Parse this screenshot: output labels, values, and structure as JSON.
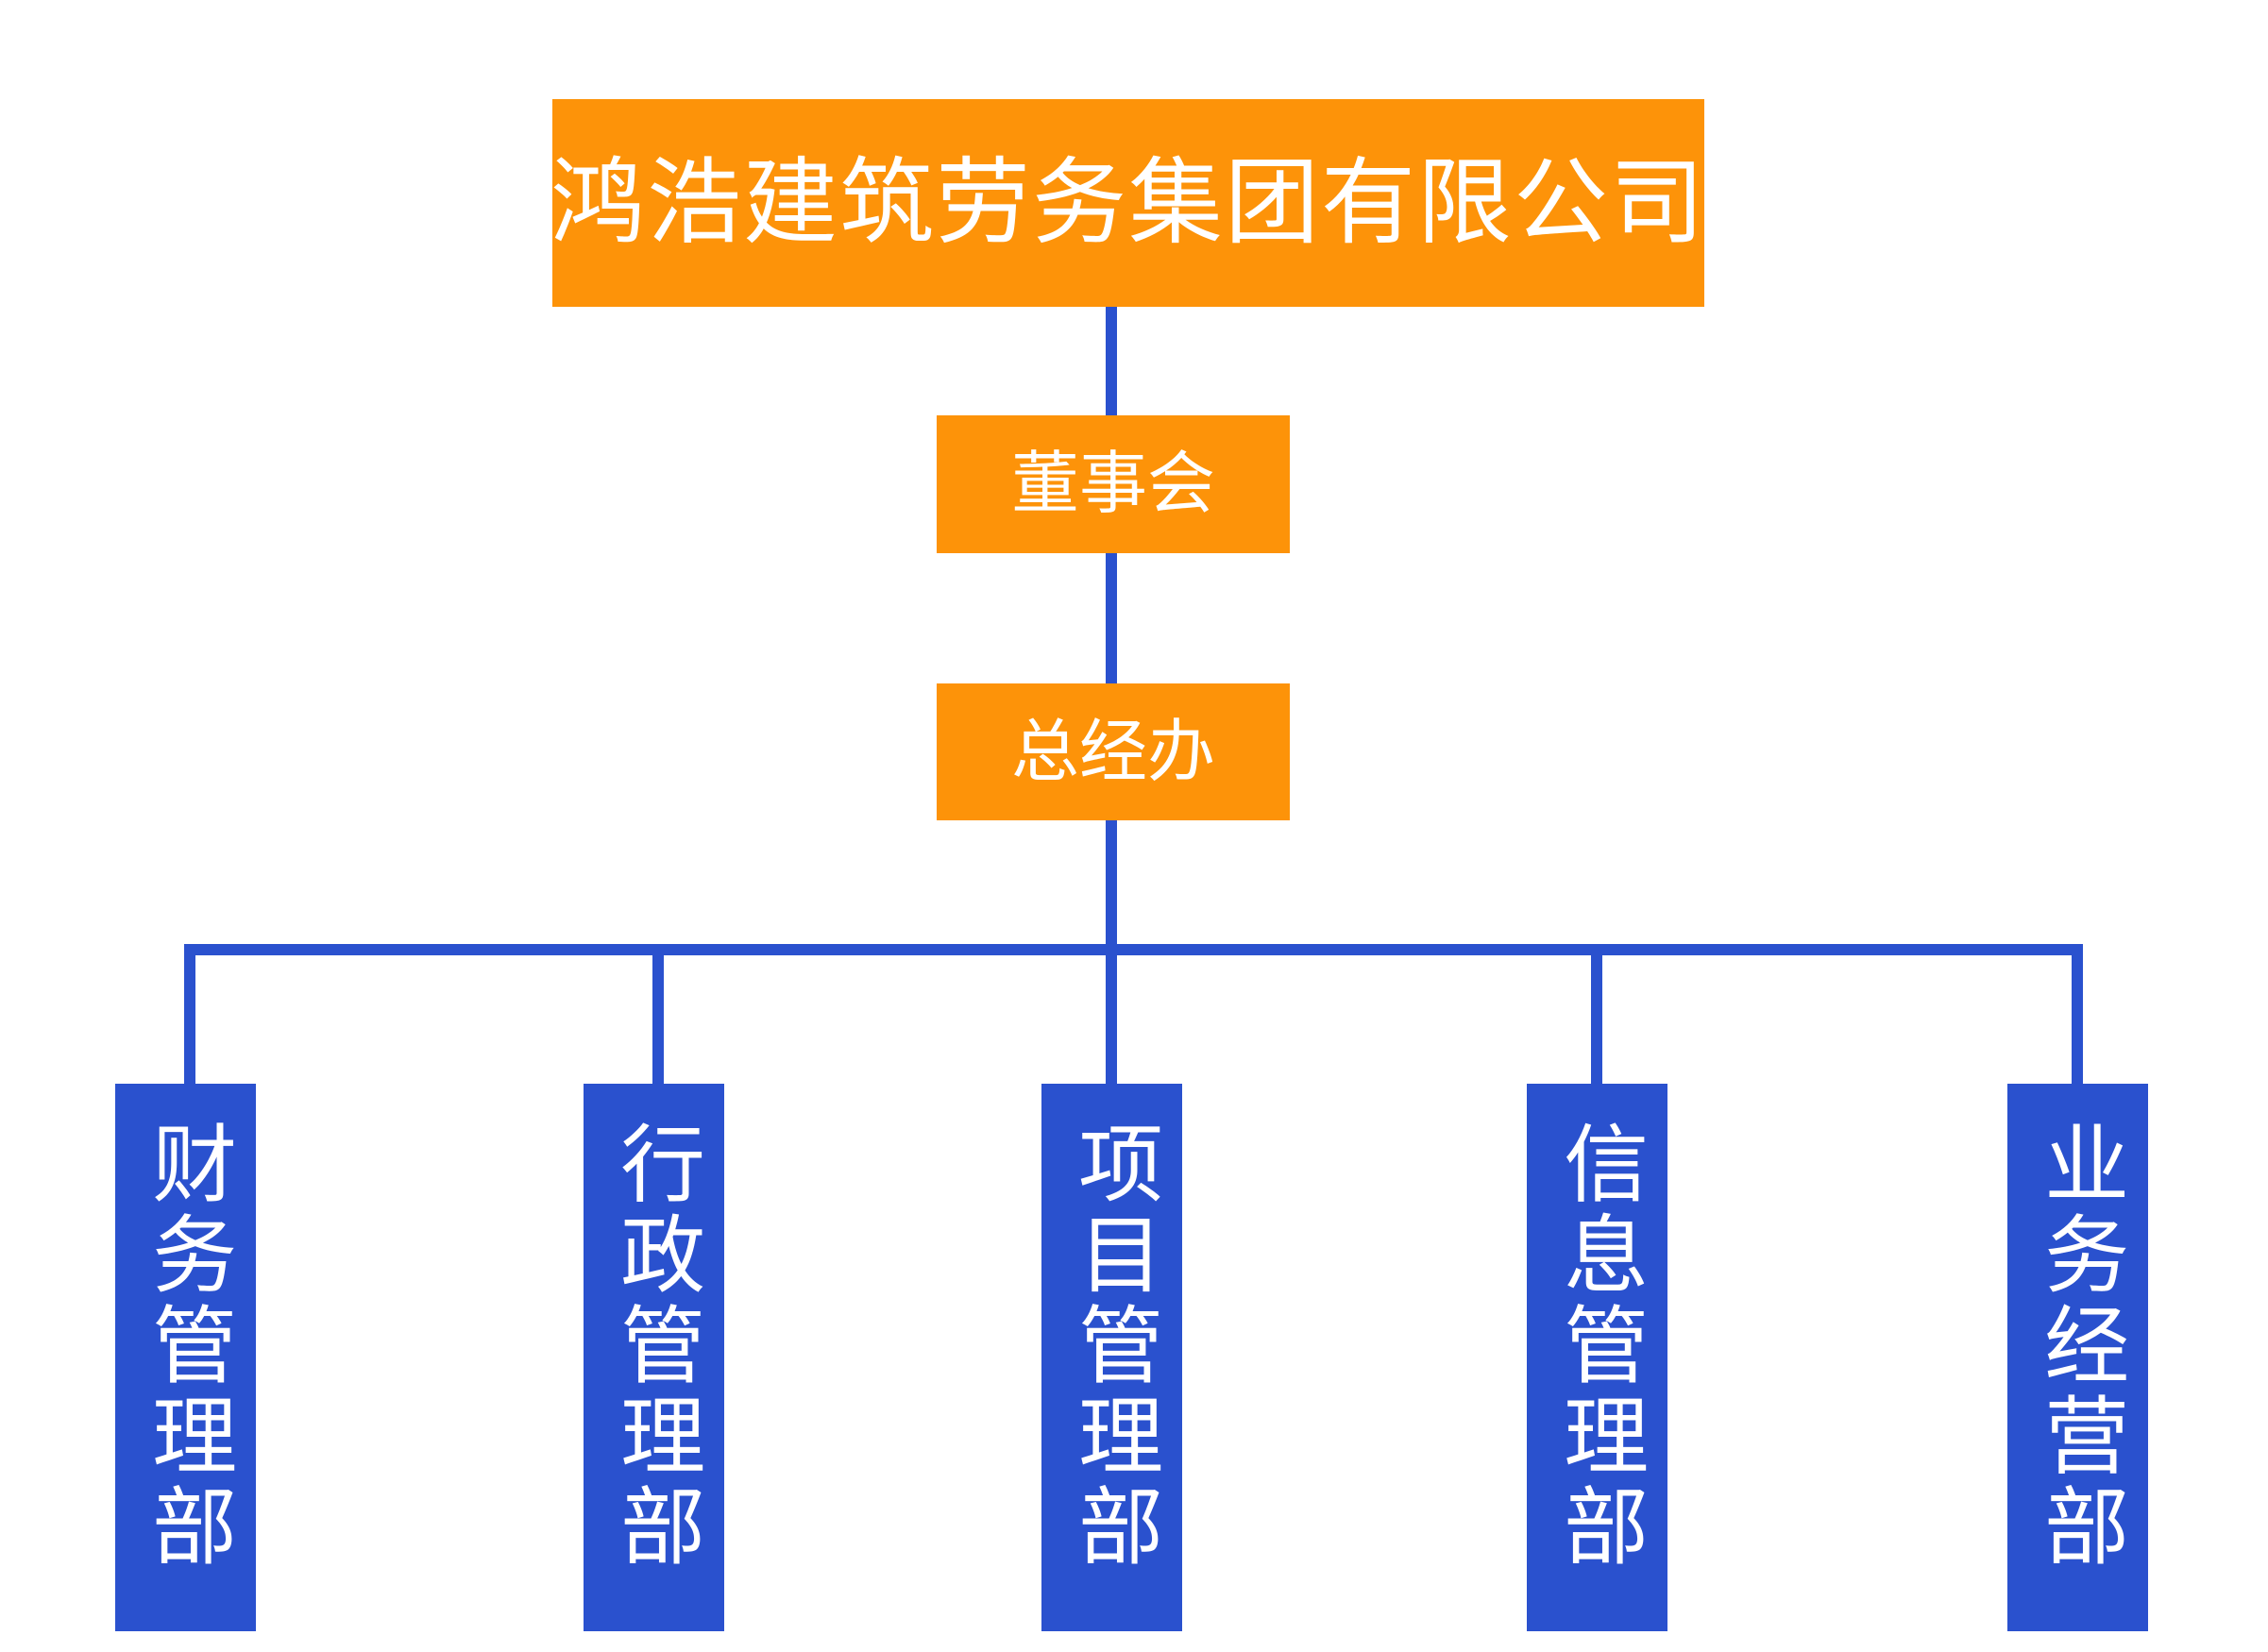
{
  "chart": {
    "type": "org-chart",
    "background_color": "#ffffff",
    "accent_orange": "#fd9309",
    "accent_blue": "#2a51ce",
    "text_color": "#ffffff"
  },
  "root": {
    "label": "鸿浩建筑劳务集团有限公司",
    "color": "#fd9309"
  },
  "levels": [
    {
      "label": "董事会",
      "color": "#fd9309"
    },
    {
      "label": "总经办",
      "color": "#fd9309"
    }
  ],
  "departments": [
    {
      "label": "财务管理部",
      "color": "#2a51ce"
    },
    {
      "label": "行政管理部",
      "color": "#2a51ce"
    },
    {
      "label": "项目管理部",
      "color": "#2a51ce"
    },
    {
      "label": "信息管理部",
      "color": "#2a51ce"
    },
    {
      "label": "业务经营部",
      "color": "#2a51ce"
    }
  ]
}
